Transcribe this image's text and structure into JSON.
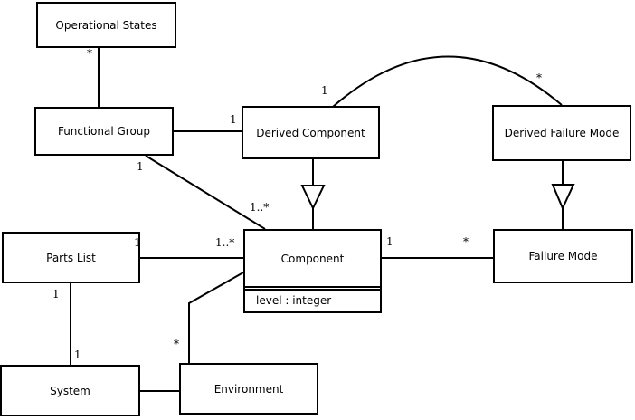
{
  "diagram": {
    "kind": "uml-class-diagram",
    "background_color": "#ffffff",
    "line_color": "#000000",
    "classes": [
      {
        "id": "operational-states",
        "name": "Operational States"
      },
      {
        "id": "functional-group",
        "name": "Functional Group"
      },
      {
        "id": "derived-component",
        "name": "Derived Component"
      },
      {
        "id": "derived-failure-mode",
        "name": "Derived Failure Mode"
      },
      {
        "id": "parts-list",
        "name": "Parts List"
      },
      {
        "id": "component",
        "name": "Component",
        "attributes": [
          "level : integer"
        ]
      },
      {
        "id": "failure-mode",
        "name": "Failure Mode"
      },
      {
        "id": "system",
        "name": "System"
      },
      {
        "id": "environment",
        "name": "Environment"
      }
    ],
    "multiplicities": [
      {
        "text": "*",
        "association": "operational-states--functional-group",
        "end": "operational-states"
      },
      {
        "text": "1",
        "association": "functional-group--derived-component",
        "end": "derived-component"
      },
      {
        "text": "1",
        "association": "functional-group--component",
        "end": "functional-group"
      },
      {
        "text": "1..*",
        "association": "functional-group--component",
        "end": "component"
      },
      {
        "text": "1",
        "association": "derived-component--derived-failure-mode",
        "end": "derived-component"
      },
      {
        "text": "*",
        "association": "derived-component--derived-failure-mode",
        "end": "derived-failure-mode"
      },
      {
        "text": "1",
        "association": "component--failure-mode",
        "end": "component"
      },
      {
        "text": "*",
        "association": "component--failure-mode",
        "end": "failure-mode"
      },
      {
        "text": "1",
        "association": "parts-list--component",
        "end": "parts-list"
      },
      {
        "text": "1..*",
        "association": "parts-list--component",
        "end": "component"
      },
      {
        "text": "1",
        "association": "parts-list--system",
        "end": "parts-list"
      },
      {
        "text": "1",
        "association": "parts-list--system",
        "end": "system"
      },
      {
        "text": "*",
        "association": "component--environment",
        "end": "environment"
      }
    ],
    "relationships": [
      {
        "type": "association",
        "from": "Operational States",
        "to": "Functional Group",
        "from_label": "*",
        "to_label": ""
      },
      {
        "type": "association",
        "from": "Functional Group",
        "to": "Derived Component",
        "from_label": "",
        "to_label": "1"
      },
      {
        "type": "association",
        "from": "Functional Group",
        "to": "Component",
        "from_label": "1",
        "to_label": "1..*"
      },
      {
        "type": "generalization",
        "child": "Derived Component",
        "parent": "Component"
      },
      {
        "type": "association",
        "from": "Derived Component",
        "to": "Derived Failure Mode",
        "from_label": "1",
        "to_label": "*",
        "style": "arc"
      },
      {
        "type": "generalization",
        "child": "Derived Failure Mode",
        "parent": "Failure Mode"
      },
      {
        "type": "association",
        "from": "Component",
        "to": "Failure Mode",
        "from_label": "1",
        "to_label": "*"
      },
      {
        "type": "association",
        "from": "Parts List",
        "to": "Component",
        "from_label": "1",
        "to_label": "1..*"
      },
      {
        "type": "association",
        "from": "Parts List",
        "to": "System",
        "from_label": "1",
        "to_label": "1"
      },
      {
        "type": "association",
        "from": "System",
        "to": "Environment",
        "from_label": "",
        "to_label": ""
      },
      {
        "type": "association",
        "from": "Component",
        "to": "Environment",
        "from_label": "",
        "to_label": "*"
      }
    ]
  }
}
